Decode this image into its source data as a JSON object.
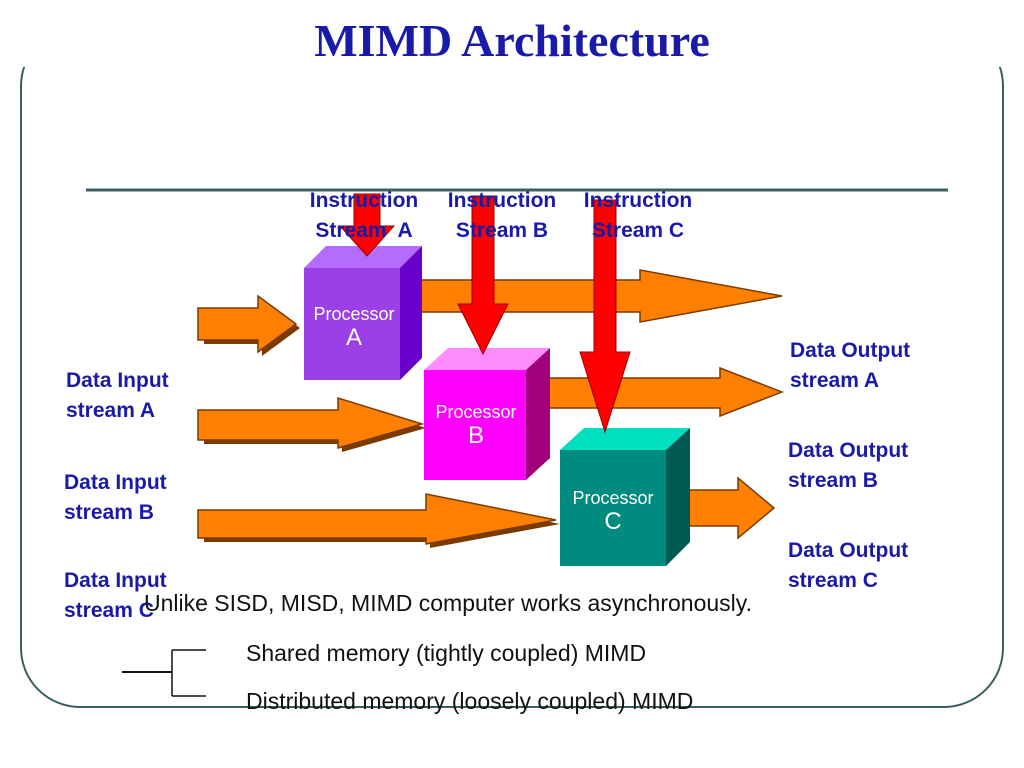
{
  "title": "MIMD Architecture",
  "instruction_streams": [
    {
      "line1": "Instruction",
      "line2": "Stream  A"
    },
    {
      "line1": "Instruction",
      "line2": "Stream B"
    },
    {
      "line1": "Instruction",
      "line2": "Stream C"
    }
  ],
  "data_inputs": [
    {
      "line1": "Data Input",
      "line2": "stream A"
    },
    {
      "line1": "Data Input",
      "line2": "stream B"
    },
    {
      "line1": "Data Input",
      "line2": "stream C"
    }
  ],
  "data_outputs": [
    {
      "line1": "Data Output",
      "line2": "stream A"
    },
    {
      "line1": "Data Output",
      "line2": "stream B"
    },
    {
      "line1": "Data Output",
      "line2": "stream C"
    }
  ],
  "processors": [
    {
      "label": "Processor",
      "letter": "A",
      "color": "#9b3fe6"
    },
    {
      "label": "Processor",
      "letter": "B",
      "color": "#ff00ff"
    },
    {
      "label": "Processor",
      "letter": "C",
      "color": "#008b80"
    }
  ],
  "colors": {
    "text": "#1a1aa8",
    "arrow_orange": "#ff8000",
    "arrow_red": "#ff0000",
    "frame": "#3b5f61"
  },
  "notes": {
    "main": "Unlike SISD, MISD, MIMD computer works asynchronously.",
    "shared": "Shared memory (tightly coupled) MIMD",
    "distributed": "Distributed memory (loosely coupled) MIMD"
  }
}
